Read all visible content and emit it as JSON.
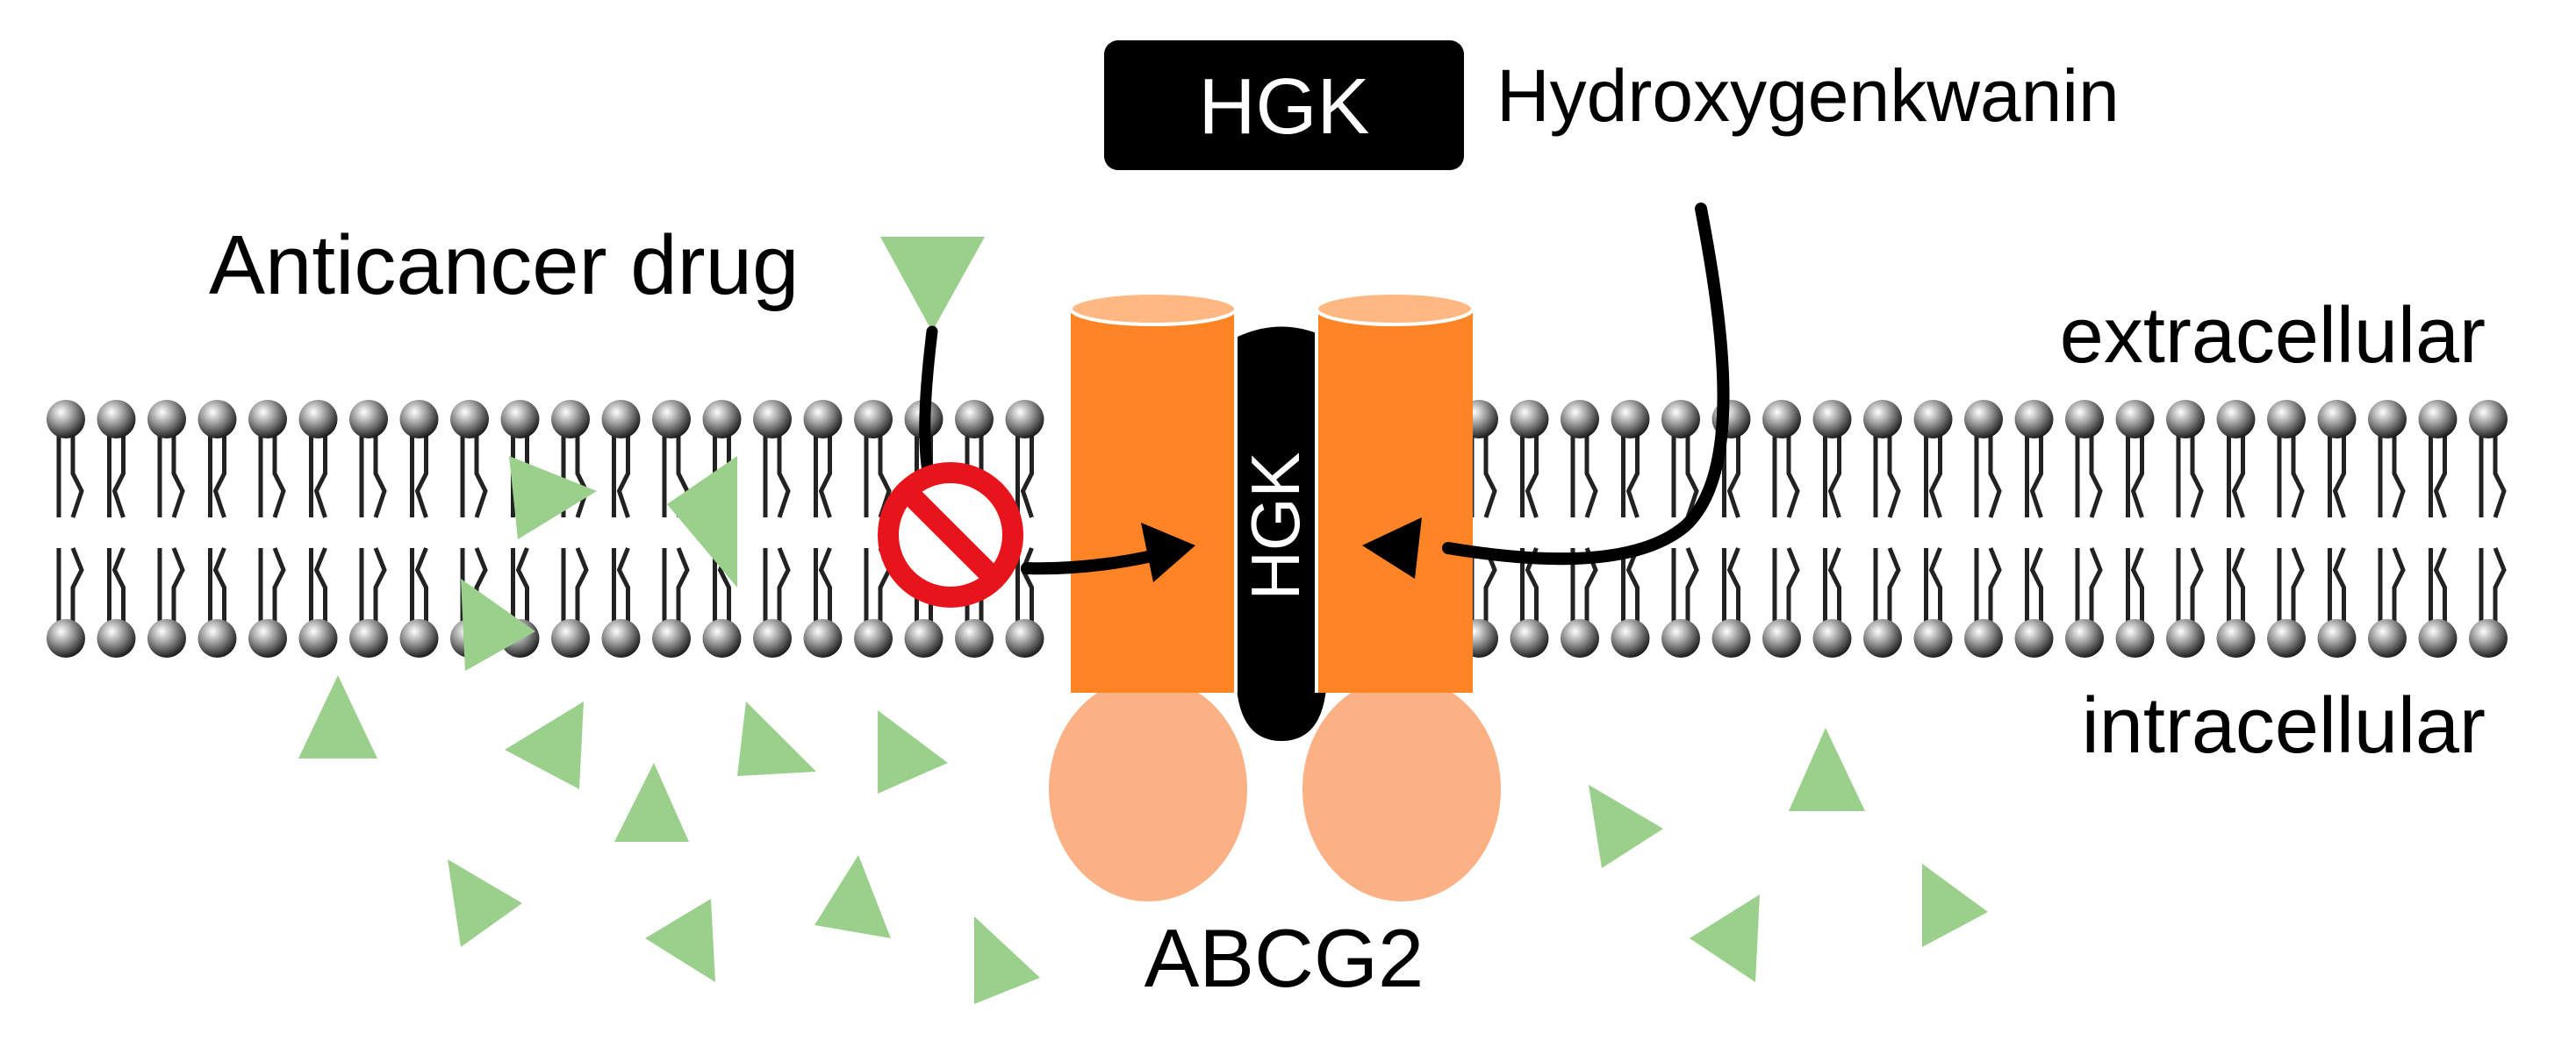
{
  "labels": {
    "hgk_box": "HGK",
    "hgk_full_name": "Hydroxygenkwanin",
    "anticancer_drug": "Anticancer drug",
    "extracellular": "extracellular",
    "intracellular": "intracellular",
    "channel_label": "HGK",
    "transporter": "ABCG2"
  },
  "colors": {
    "transporter_cylinder": "#FF8425",
    "transporter_cylinder_top": "#FFB882",
    "transporter_domain": "#FBB184",
    "drug_triangle": "#9AD08C",
    "inhibitor_black": "#000000",
    "no_sign_red": "#E8141B",
    "lipid_line": "#222222"
  },
  "icons": {
    "blocked_sign": "prohibited-icon",
    "drug": "triangle-icon",
    "lipid": "phospholipid-icon"
  }
}
